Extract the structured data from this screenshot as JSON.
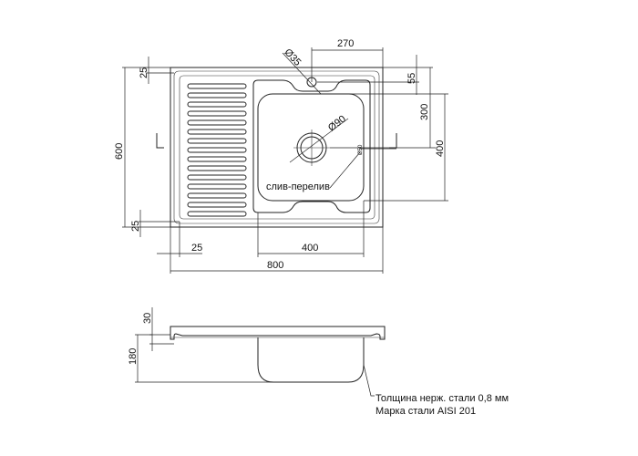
{
  "top_view": {
    "dims": {
      "overflow_diameter": "Ø35",
      "drain_diameter": "Ø90",
      "overflow_offset": "270",
      "top_margin_55": "55",
      "bowl_depth_300": "300",
      "bowl_length_400": "400",
      "height_600": "600",
      "top_rim_25": "25",
      "bottom_rim_25": "25",
      "left_rim_25": "25",
      "bowl_width_400": "400",
      "width_800": "800",
      "overflow_small": "Ø50"
    },
    "overflow_label": "слив-перелив"
  },
  "side_view": {
    "dims": {
      "rim_height": "30",
      "depth": "180"
    },
    "notes": [
      "Толщина нерж. стали 0,8 мм",
      "Марка стали AISI 201"
    ]
  }
}
